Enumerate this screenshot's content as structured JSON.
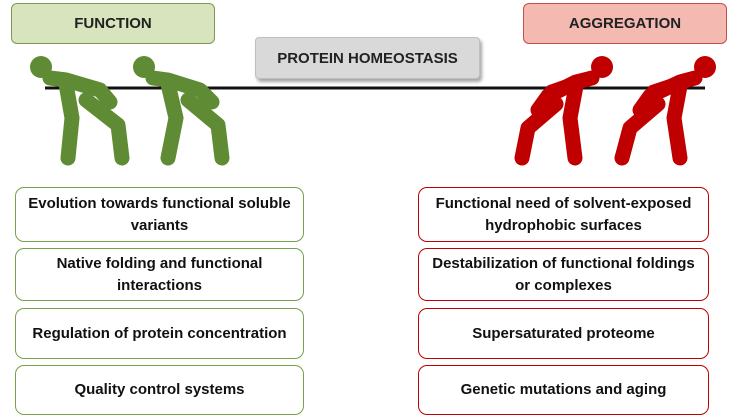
{
  "function_label": "FUNCTION",
  "aggregation_label": "AGGREGATION",
  "center_label": "PROTEIN HOMEOSTASIS",
  "colors": {
    "function_green": "#5f8b34",
    "aggregation_red": "#c00000"
  },
  "icons": {
    "left": "tug-of-war-figures-green",
    "right": "tug-of-war-figures-red"
  },
  "left_items": [
    "Evolution towards functional soluble variants",
    "Native folding and functional interactions",
    "Regulation of protein concentration",
    "Quality control systems"
  ],
  "right_items": [
    "Functional need of solvent-exposed hydrophobic surfaces",
    "Destabilization of functional foldings or complexes",
    "Supersaturated proteome",
    "Genetic mutations and aging"
  ]
}
